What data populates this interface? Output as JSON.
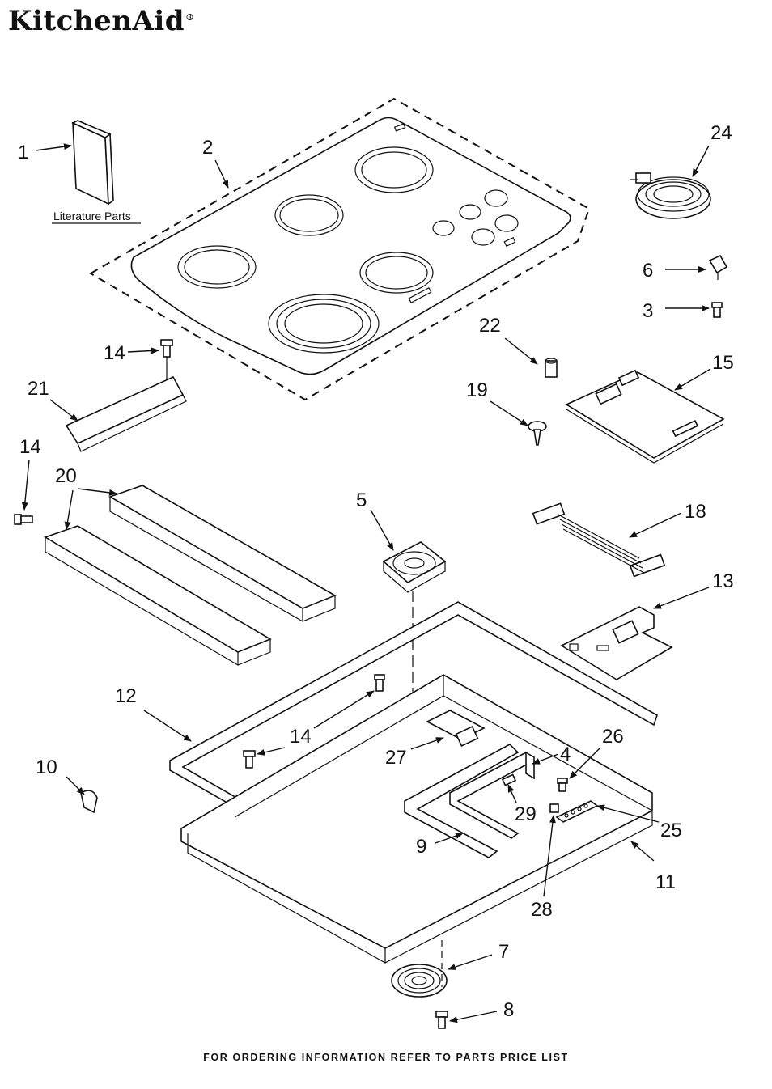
{
  "brand": {
    "name": "KitchenAid",
    "reg_mark": "®"
  },
  "literature_label": "Literature Parts",
  "callouts": {
    "c1": "1",
    "c2": "2",
    "c3": "3",
    "c4": "4",
    "c5": "5",
    "c6": "6",
    "c7": "7",
    "c8": "8",
    "c9": "9",
    "c10": "10",
    "c11": "11",
    "c12": "12",
    "c13": "13",
    "c14a": "14",
    "c14b": "14",
    "c14c": "14",
    "c15": "15",
    "c18": "18",
    "c19": "19",
    "c20": "20",
    "c21": "21",
    "c22": "22",
    "c24": "24",
    "c25": "25",
    "c26": "26",
    "c27": "27",
    "c28": "28",
    "c29": "29"
  },
  "footer": "FOR ORDERING INFORMATION REFER TO PARTS PRICE LIST"
}
